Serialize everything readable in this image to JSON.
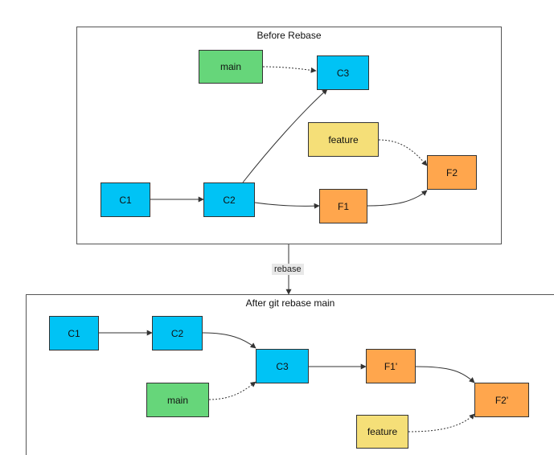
{
  "before": {
    "title": "Before Rebase",
    "nodes": {
      "main": "main",
      "c3": "C3",
      "feature": "feature",
      "f2": "F2",
      "c1": "C1",
      "c2": "C2",
      "f1": "F1"
    }
  },
  "transition": {
    "label": "rebase"
  },
  "after": {
    "title": "After git rebase main",
    "nodes": {
      "c1": "C1",
      "c2": "C2",
      "c3": "C3",
      "f1": "F1'",
      "f2": "F2'",
      "main": "main",
      "feature": "feature"
    }
  },
  "colors": {
    "commit": "#00c3f5",
    "main_branch": "#66d67a",
    "feature_branch": "#f5df78",
    "feature_commit": "#ffa64d"
  }
}
